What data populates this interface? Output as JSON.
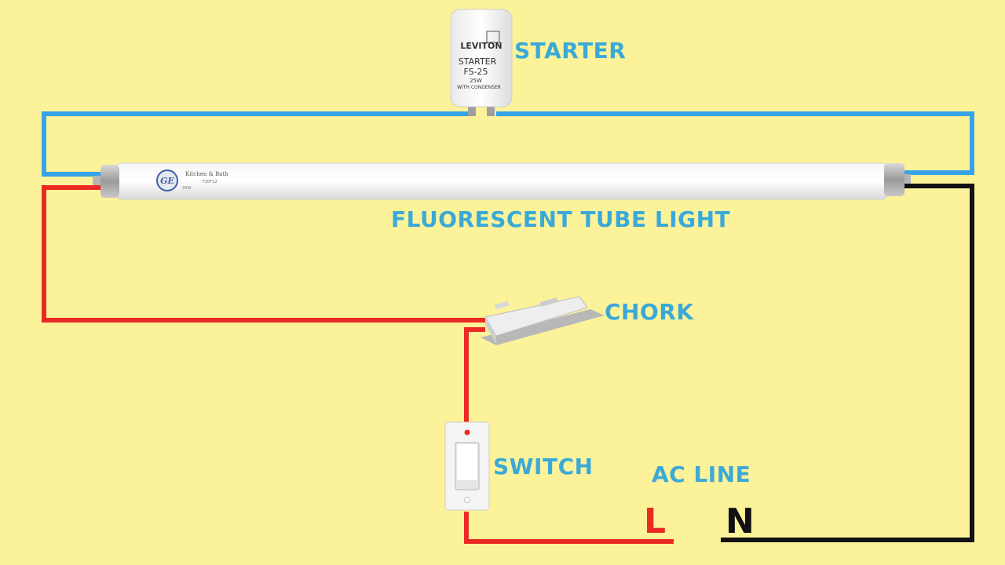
{
  "labels": {
    "starter": "STARTER",
    "tube": "FLUORESCENT TUBE LIGHT",
    "chork": "CHORK",
    "switch": "SWITCH",
    "ac_line": "AC LINE",
    "line_terminal": "L",
    "neutral_terminal": "N"
  },
  "starter_print": {
    "brand": "LEVITON",
    "line1": "STARTER",
    "line2": "FS-25",
    "line3": "25W",
    "line4": "WITH CONDENSER"
  },
  "tube_print": {
    "brand_logo": "GE",
    "line1": "Kitchen & Bath",
    "line2": "F20T12",
    "left_small": "20W"
  },
  "colors": {
    "background": "#fbf29a",
    "label": "#3ba9d8",
    "wire_blue": "#36a4e6",
    "wire_red": "#ec2a24",
    "wire_black": "#111111"
  },
  "icons": {
    "starter": "starter-can-icon",
    "tube": "fluorescent-tube-icon",
    "chork": "ballast-choke-icon",
    "switch": "wall-switch-icon"
  }
}
